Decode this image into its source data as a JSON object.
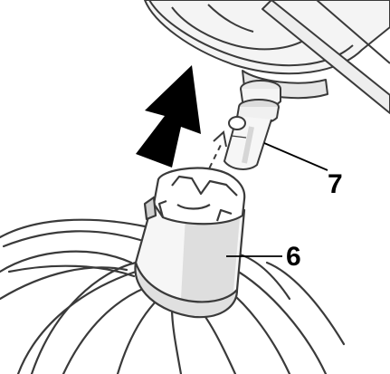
{
  "diagram": {
    "callouts": [
      {
        "id": "7",
        "label": "7",
        "part": "drive-shaft"
      },
      {
        "id": "6",
        "label": "6",
        "part": "whisk-coupling"
      }
    ],
    "arrow_direction": "up",
    "colors": {
      "line": "#3a3a3a",
      "fill": "#ffffff",
      "shade": "#d9d9d9",
      "shade_light": "#eeeeee",
      "arrow": "#000000"
    }
  }
}
